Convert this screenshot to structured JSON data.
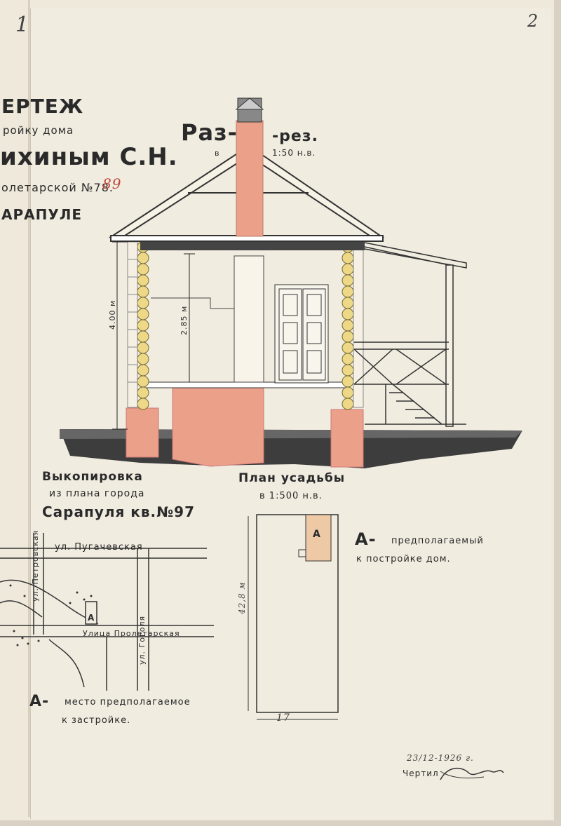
{
  "page_numbers": {
    "left": "1",
    "right": "2"
  },
  "title_block": {
    "line1": "ЕРТЕЖ",
    "line2": "ройку дома",
    "line3": "ихиным С.Н.",
    "line4_prefix": "олетарской №78.",
    "line4_correction": "89",
    "line5": "АРАПУЛЕ"
  },
  "section": {
    "title_a": "Раз-",
    "title_b": "-рез.",
    "scale_prefix": "в",
    "scale": "1:50 н.в.",
    "dim_height": "4.00 м",
    "dim_inner": "2.85 м"
  },
  "excerpt": {
    "title1": "Выкопировка",
    "title2": "из плана города",
    "title3": "Сарапуля кв.№97",
    "street_pugach": "ул. Пугачевская",
    "street_petr": "ул. Петровская",
    "street_gogol": "ул. Гоголя",
    "street_prolet": "Улица Пролетарская",
    "marker": "А",
    "legend_letter": "А-",
    "legend_line1": "место предполагаемое",
    "legend_line2": "к застройке."
  },
  "estate_plan": {
    "title": "План усадьбы",
    "scale": "в 1:500 н.в.",
    "marker": "А",
    "dim_length": "42,8 м",
    "dim_width": "17",
    "legend_letter": "А-",
    "legend_line1": "предполагаемый",
    "legend_line2": "к постройке дом."
  },
  "signature": {
    "date": "23/12-1926 г.",
    "label": "Чертил"
  },
  "colors": {
    "paper": "#f1ece0",
    "brick": "#eba08a",
    "ground": "#3a3a3a",
    "logs": "#ecd886",
    "ink": "#2a2a2a"
  }
}
